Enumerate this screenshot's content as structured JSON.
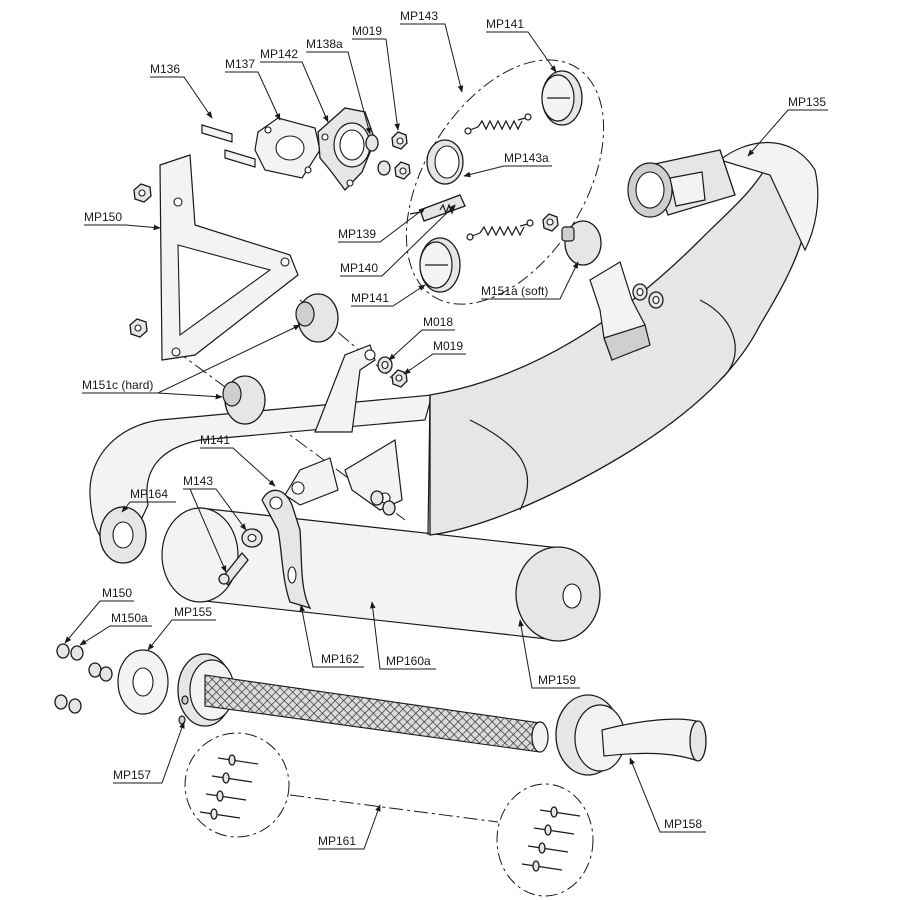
{
  "callouts": {
    "m136": "M136",
    "m137": "M137",
    "mp142": "MP142",
    "m138a": "M138a",
    "m019_top": "M019",
    "mp143": "MP143",
    "mp141_top": "MP141",
    "mp135": "MP135",
    "mp143a": "MP143a",
    "mp150": "MP150",
    "mp139": "MP139",
    "mp140": "MP140",
    "mp141_mid": "MP141",
    "m151a": "M151a (soft)",
    "m018": "M018",
    "m019_mid": "M019",
    "m151c": "M151c (hard)",
    "m141": "M141",
    "mp164": "MP164",
    "m143": "M143",
    "m150": "M150",
    "m150a": "M150a",
    "mp155": "MP155",
    "mp162": "MP162",
    "mp160a": "MP160a",
    "mp159": "MP159",
    "mp157": "MP157",
    "mp161": "MP161",
    "mp158": "MP158"
  }
}
